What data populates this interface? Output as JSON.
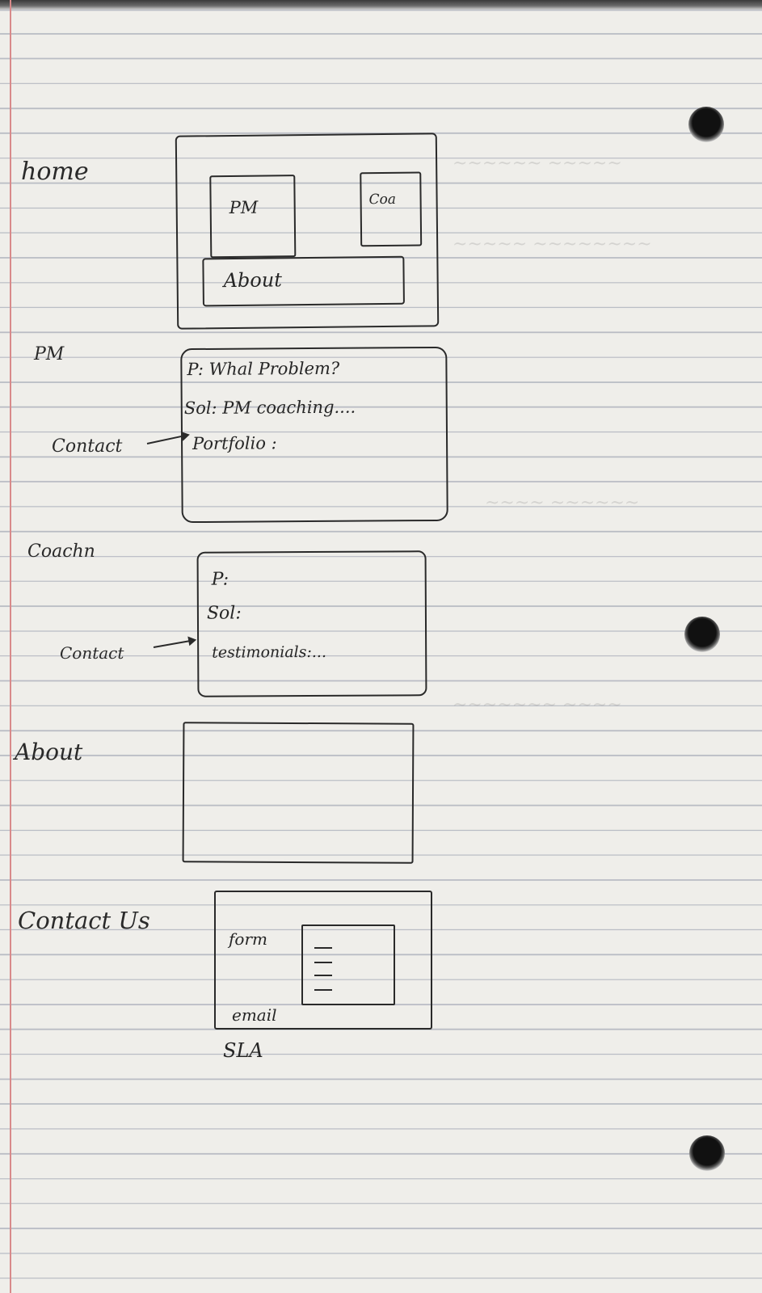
{
  "sections": {
    "home": {
      "label": "home",
      "pm_box": "PM",
      "coach_box": "Coa",
      "about_box": "About"
    },
    "pm": {
      "label": "PM",
      "line1": "P: Whal Problem?",
      "line2": "Sol: PM coaching....",
      "line3": "Portfolio :",
      "contact_note": "Contact"
    },
    "coaching": {
      "label": "Coachn",
      "line1": "P:",
      "line2": "Sol:",
      "line3": "testimonials:...",
      "contact_note": "Contact"
    },
    "about": {
      "label": "About"
    },
    "contact_us": {
      "label": "Contact Us",
      "form_label": "form",
      "email_label": "email",
      "sla_label": "SLA"
    }
  },
  "colors": {
    "paper": "#efeeea",
    "rule_line": "#b9bcc4",
    "margin_line": "#d88a8a",
    "ink": "#2a2a2a"
  }
}
